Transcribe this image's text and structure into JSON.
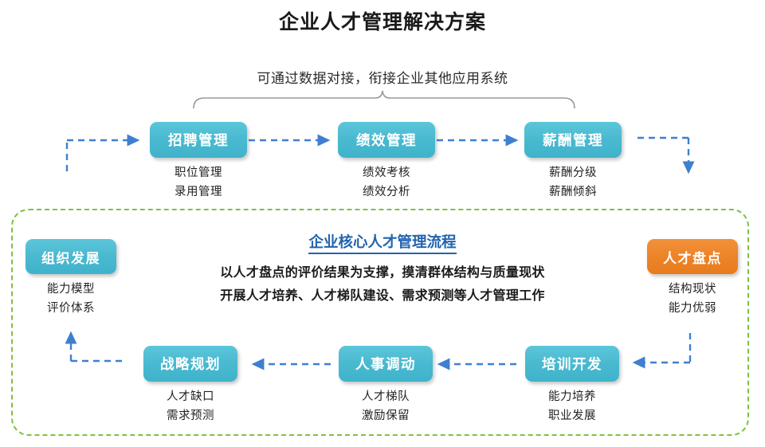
{
  "header": {
    "title": "企业人才管理解决方案",
    "subtitle": "可通过数据对接，衔接企业其他应用系统"
  },
  "colors": {
    "box_blue": "#49b9d0",
    "box_orange": "#ec8327",
    "arrow_blue": "#3f7fd0",
    "core_border_green": "#7dc242",
    "core_heading_blue": "#2364b0",
    "brace_gray": "#999999",
    "text_dark": "#231f20"
  },
  "top_row": [
    {
      "label": "招聘管理",
      "sub1": "职位管理",
      "sub2": "录用管理"
    },
    {
      "label": "绩效管理",
      "sub1": "绩效考核",
      "sub2": "绩效分析"
    },
    {
      "label": "薪酬管理",
      "sub1": "薪酬分级",
      "sub2": "薪酬倾斜"
    }
  ],
  "core": {
    "heading": "企业核心人才管理流程",
    "body_line1": "以人才盘点的评价结果为支撑，摸清群体结构与质量现状",
    "body_line2": "开展人才培养、人才梯队建设、需求预测等人才管理工作",
    "left_node": {
      "label": "组织发展",
      "sub1": "能力模型",
      "sub2": "评价体系"
    },
    "right_node": {
      "label": "人才盘点",
      "sub1": "结构现状",
      "sub2": "能力优弱"
    },
    "bottom_row": [
      {
        "label": "战略规划",
        "sub1": "人才缺口",
        "sub2": "需求预测"
      },
      {
        "label": "人事调动",
        "sub1": "人才梯队",
        "sub2": "激励保留"
      },
      {
        "label": "培训开发",
        "sub1": "能力培养",
        "sub2": "职业发展"
      }
    ]
  },
  "connectors": {
    "top_arrow_1": "dashed-arrow-right",
    "top_arrow_2": "dashed-arrow-right",
    "entry_arrow": "dashed-arrow-right-into-recruiting",
    "exit_arrow": "dashed-arrow-down-from-compensation",
    "bottom_arrow_1": "dashed-arrow-left",
    "bottom_arrow_2": "dashed-arrow-left",
    "inventory_to_training": "dashed-arrow-left",
    "strategy_to_org": "dashed-arrow-up",
    "brace": "curly-brace-spanning-top-row"
  }
}
